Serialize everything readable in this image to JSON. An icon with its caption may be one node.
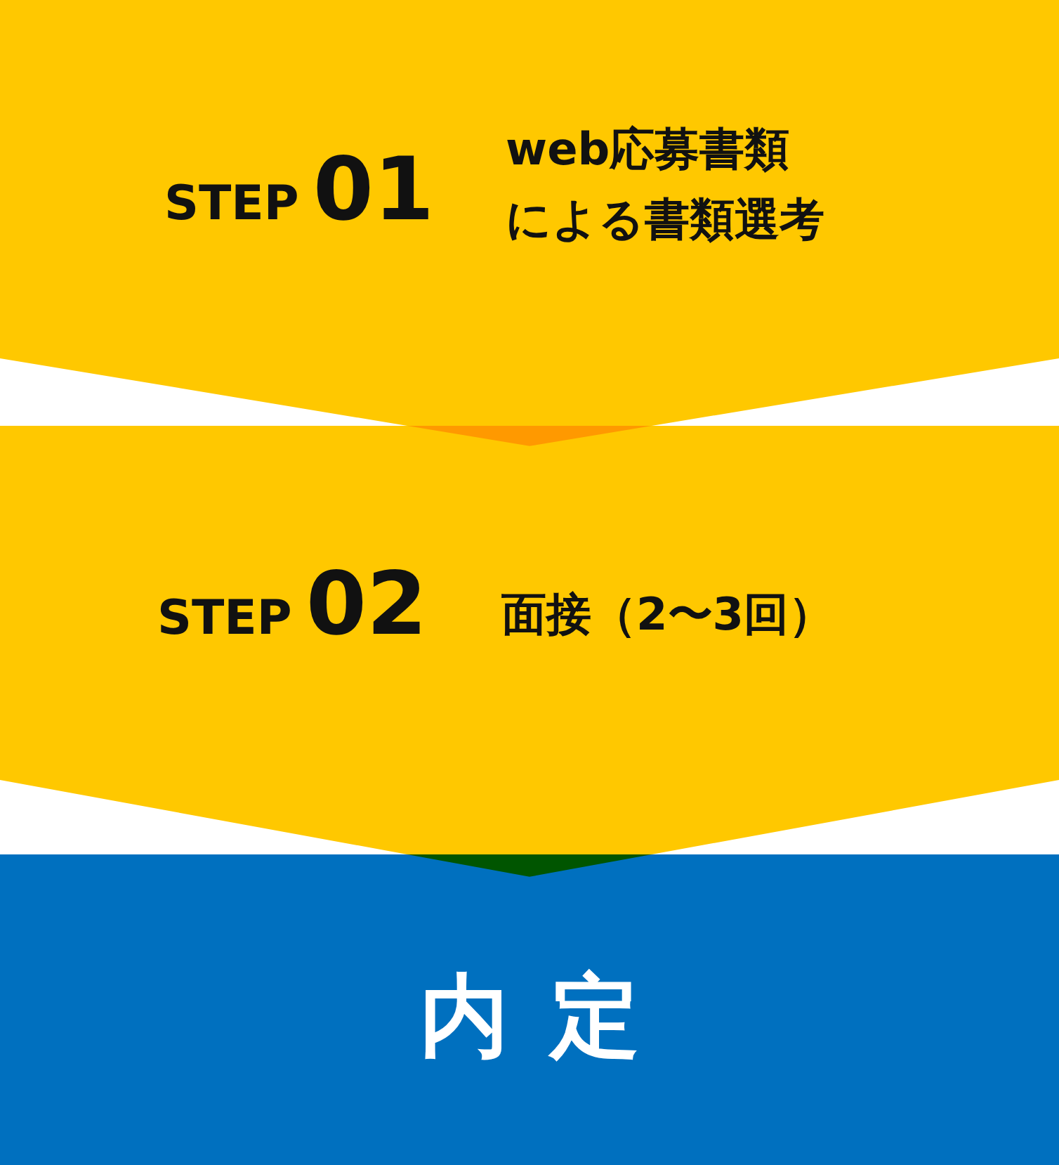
{
  "diagram": {
    "nodes": [
      {
        "text": [
          "STEP 01",
          "web応募書類による書類選考"
        ]
      },
      {
        "text": [
          "STEP 02",
          "面接（2〜3回）"
        ]
      },
      {
        "text": [
          "内定"
        ]
      }
    ]
  }
}
